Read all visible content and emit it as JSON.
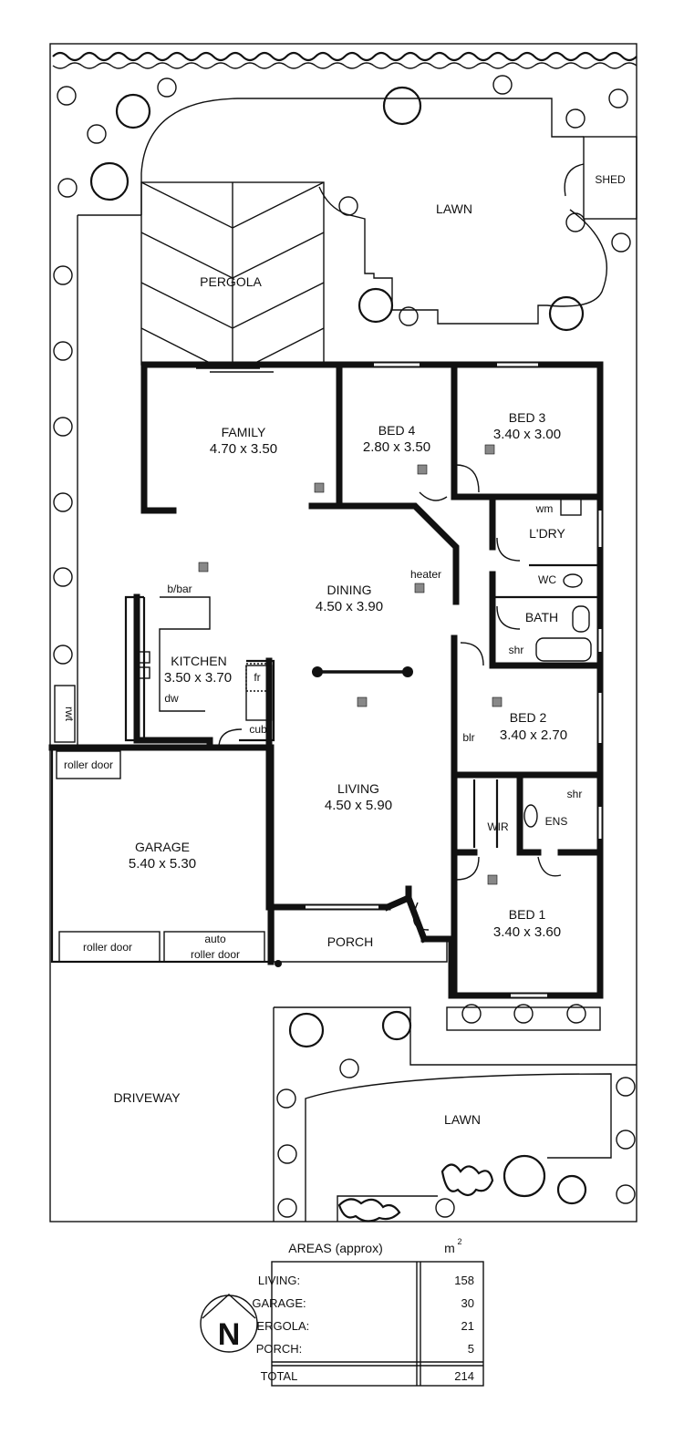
{
  "rooms": {
    "lawn_rear": "LAWN",
    "shed": "SHED",
    "pergola": "PERGOLA",
    "family": {
      "name": "FAMILY",
      "size": "4.70 x 3.50"
    },
    "bed4": {
      "name": "BED 4",
      "size": "2.80 x 3.50"
    },
    "bed3": {
      "name": "BED 3",
      "size": "3.40 x 3.00"
    },
    "laundry": "L'DRY",
    "wm": "wm",
    "wc": "WC",
    "bath": "BATH",
    "shr_bath": "shr",
    "dining": {
      "name": "DINING",
      "size": "4.50 x 3.90"
    },
    "heater": "heater",
    "bbar": "b/bar",
    "kitchen": {
      "name": "KITCHEN",
      "size": "3.50 x 3.70"
    },
    "fr": "fr",
    "dw": "dw",
    "cub": "cub",
    "rwt": "rwt",
    "bed2": {
      "name": "BED 2",
      "size": "3.40 x 2.70"
    },
    "blr": "blr",
    "living": {
      "name": "LIVING",
      "size": "4.50 x 5.90"
    },
    "wir": "WIR",
    "ens": "ENS",
    "shr_ens": "shr",
    "roller_door_side": "roller door",
    "garage": {
      "name": "GARAGE",
      "size": "5.40 x 5.30"
    },
    "roller_door_front": "roller door",
    "auto_roller_door": [
      "auto",
      "roller door"
    ],
    "porch": "PORCH",
    "bed1": {
      "name": "BED 1",
      "size": "3.40 x 3.60"
    },
    "driveway": "DRIVEWAY",
    "lawn_front": "LAWN"
  },
  "areas": {
    "title": "AREAS (approx)",
    "unit": "m",
    "unit_sup": "2",
    "rows": [
      {
        "label": "LIVING:",
        "value": "158"
      },
      {
        "label": "GARAGE:",
        "value": "30"
      },
      {
        "label": "PERGOLA:",
        "value": "21"
      },
      {
        "label": "PORCH:",
        "value": "5"
      }
    ],
    "total": {
      "label": "TOTAL",
      "value": "214"
    }
  },
  "compass": "N"
}
